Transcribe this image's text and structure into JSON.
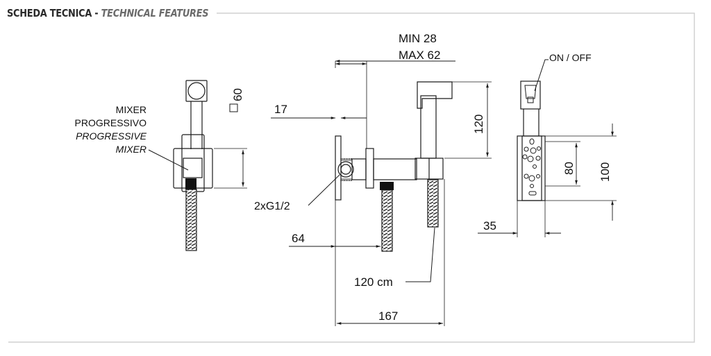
{
  "header": {
    "title_main": "SCHEDA TECNICA",
    "title_sep": " - ",
    "title_sub": "TECHNICAL FEATURES"
  },
  "labels": {
    "mixer_it_1": "MIXER",
    "mixer_it_2": "PROGRESSIVO",
    "mixer_en_1": "PROGRESSIVE",
    "mixer_en_2": "MIXER",
    "square_60": "60",
    "dim_17": "17",
    "min": "MIN 28",
    "max": "MAX 62",
    "dim_120": "120",
    "thread": "2xG1/2",
    "dim_64": "64",
    "hose": "120 cm",
    "dim_167": "167",
    "on_off": "ON / OFF",
    "dim_80": "80",
    "dim_100": "100",
    "dim_35": "35"
  },
  "colors": {
    "line": "#1a1a1a",
    "border": "#d0d0d0",
    "header_text": "#2b2b2b",
    "header_sub": "#6b6b6b"
  }
}
